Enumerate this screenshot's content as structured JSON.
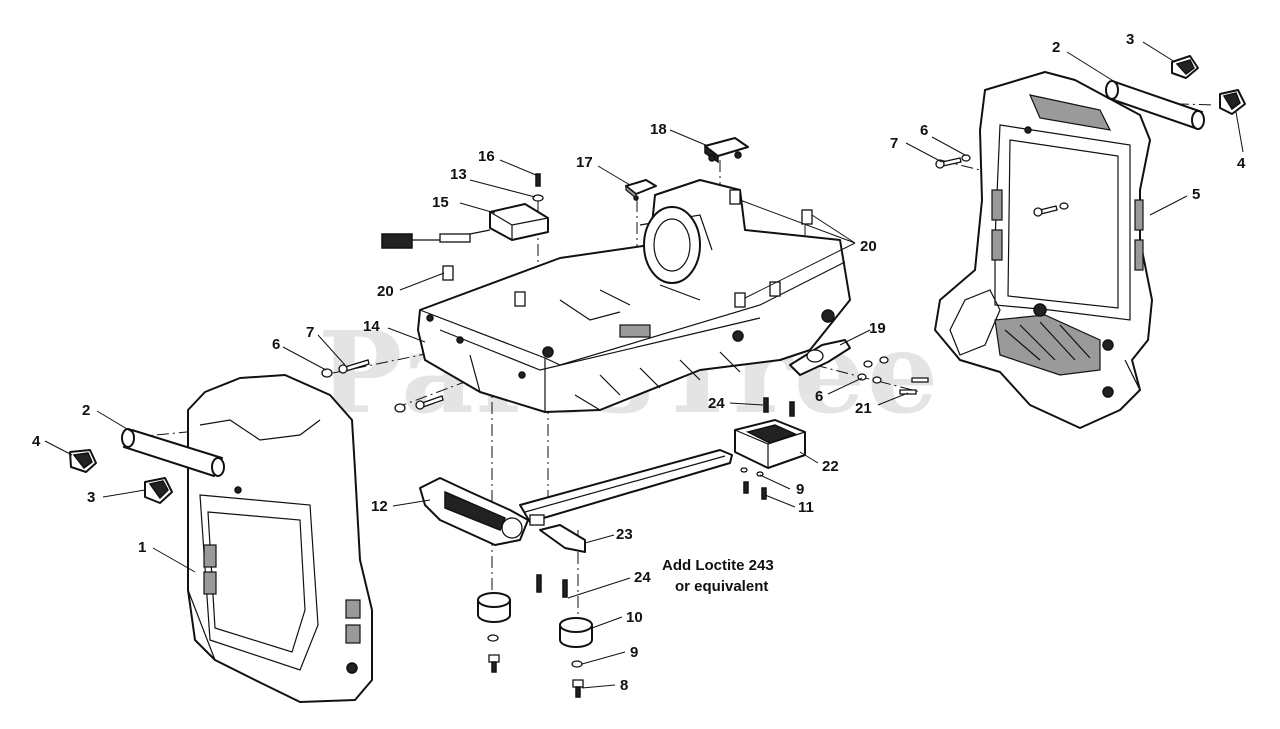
{
  "watermark": "PartsTree",
  "note": {
    "line1": "Add Loctite 243",
    "line2": "or equivalent"
  },
  "callouts": {
    "c1": "1",
    "c2_left": "2",
    "c2_right": "2",
    "c3_left": "3",
    "c3_right": "3",
    "c4_left": "4",
    "c4_right": "4",
    "c5": "5",
    "c6_left": "6",
    "c6_right_top": "6",
    "c6_right_bottom": "6",
    "c7_left": "7",
    "c7_right": "7",
    "c8": "8",
    "c9_right": "9",
    "c9_bottom": "9",
    "c10": "10",
    "c11": "11",
    "c12": "12",
    "c13": "13",
    "c14": "14",
    "c15": "15",
    "c16": "16",
    "c17": "17",
    "c18": "18",
    "c19": "19",
    "c20_left": "20",
    "c20_right": "20",
    "c21": "21",
    "c22": "22",
    "c23": "23",
    "c24_top": "24",
    "c24_bottom": "24"
  }
}
